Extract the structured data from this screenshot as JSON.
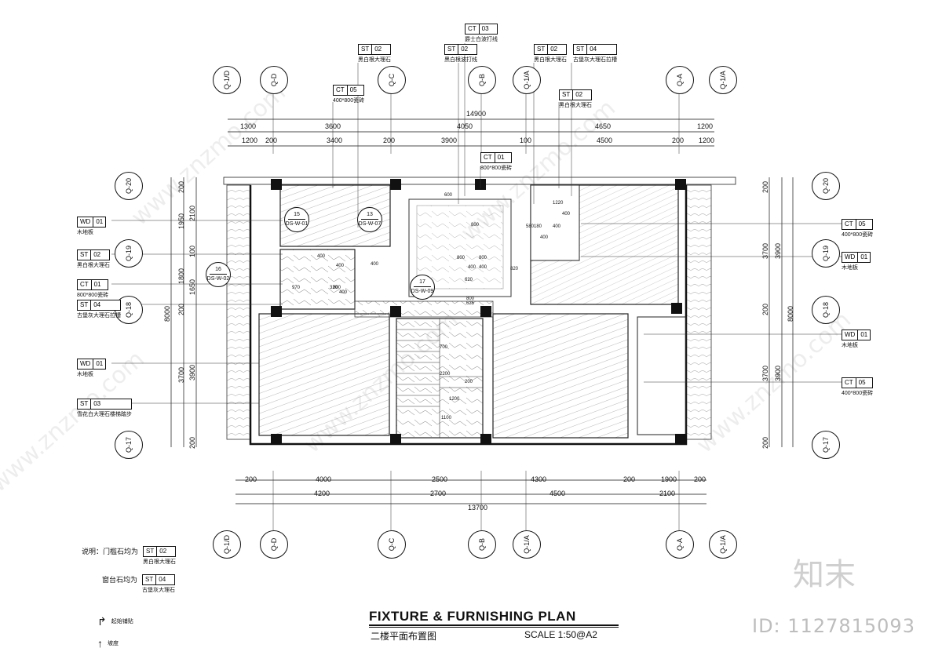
{
  "title": "FIXTURE & FURNISHING PLAN",
  "subtitle": "二楼平面布置图",
  "scale": "SCALE  1:50@A2",
  "brand": "知末",
  "id_text": "ID: 1127815093",
  "watermark": "www.znzmo.com",
  "axes_top": [
    "Q-1/D",
    "Q-D",
    "Q-C",
    "Q-B",
    "Q-1/A",
    "Q-A",
    "Q-1/A"
  ],
  "axes_side": [
    "Q-20",
    "Q-19",
    "Q-18",
    "Q-17"
  ],
  "dims_top_row1": [
    "1300",
    "3600",
    "4050",
    "4650",
    "1200"
  ],
  "dims_top_row2": [
    "1200",
    "200",
    "3400",
    "200",
    "3900",
    "100",
    "4500",
    "200",
    "1200"
  ],
  "dim_top_total": "14900",
  "dims_bottom_row1": [
    "200",
    "4000",
    "2500",
    "4300",
    "200",
    "1900",
    "200"
  ],
  "dims_bottom_row2": [
    "4200",
    "2700",
    "4500",
    "2100"
  ],
  "dim_bottom_total": "13700",
  "dims_left_outer": [
    "200",
    "2100",
    "1950",
    "100",
    "1800",
    "1650",
    "200",
    "3900",
    "3700",
    "200"
  ],
  "dims_left_total": "8000",
  "dims_right": [
    "200",
    "3700",
    "3900",
    "200",
    "3700",
    "3900",
    "200"
  ],
  "dims_right_total": "8000",
  "tags_left": [
    {
      "code": "WD",
      "num": "01",
      "desc": "木地板"
    },
    {
      "code": "ST",
      "num": "02",
      "desc": "黑白根大理石"
    },
    {
      "code": "CT",
      "num": "01",
      "desc": "800*800瓷砖"
    },
    {
      "code": "ST",
      "num": "04",
      "desc": "古堡灰大理石拉槽"
    },
    {
      "code": "WD",
      "num": "01",
      "desc": "木地板"
    },
    {
      "code": "ST",
      "num": "03",
      "desc": "雪花白大理石楼梯踏步"
    }
  ],
  "tags_right": [
    {
      "code": "CT",
      "num": "05",
      "desc": "400*800瓷砖"
    },
    {
      "code": "WD",
      "num": "01",
      "desc": "木地板"
    },
    {
      "code": "WD",
      "num": "01",
      "desc": "木地板"
    },
    {
      "code": "CT",
      "num": "05",
      "desc": "400*800瓷砖"
    }
  ],
  "tags_top": [
    {
      "code": "ST",
      "num": "02",
      "desc": "黑白根大理石"
    },
    {
      "code": "CT",
      "num": "05",
      "desc": "400*800瓷砖"
    },
    {
      "code": "CT",
      "num": "03",
      "desc": "爵士白波打线"
    },
    {
      "code": "ST",
      "num": "02",
      "desc": "黑白根波打线"
    },
    {
      "code": "ST",
      "num": "02",
      "desc": "黑白根大理石"
    },
    {
      "code": "ST",
      "num": "04",
      "desc": "古堡灰大理石拉槽"
    },
    {
      "code": "ST",
      "num": "02",
      "desc": "黑白根大理石"
    },
    {
      "code": "CT",
      "num": "01",
      "desc": "800*800瓷砖"
    }
  ],
  "notes": [
    {
      "label": "说明：门槛石均为",
      "code": "ST",
      "num": "02",
      "desc": "黑白根大理石"
    },
    {
      "label": "窗台石均为",
      "code": "ST",
      "num": "04",
      "desc": "古堡灰大理石"
    }
  ],
  "legend": [
    {
      "desc": "起始铺贴"
    },
    {
      "desc": "坡度"
    }
  ],
  "section_marks": [
    {
      "num": "15",
      "ref": "DS-W-01"
    },
    {
      "num": "13",
      "ref": "DS-W-07"
    },
    {
      "num": "16",
      "ref": "DS-W-02"
    },
    {
      "num": "17",
      "ref": "DS-W-09"
    }
  ],
  "inner_dims": [
    "400",
    "1220",
    "400",
    "580",
    "800",
    "180",
    "400",
    "400",
    "600",
    "800",
    "800",
    "400",
    "400",
    "800",
    "320",
    "970",
    "400",
    "800",
    "625",
    "400",
    "820",
    "620",
    "2200",
    "1200",
    "1100",
    "200",
    "700",
    "400"
  ]
}
